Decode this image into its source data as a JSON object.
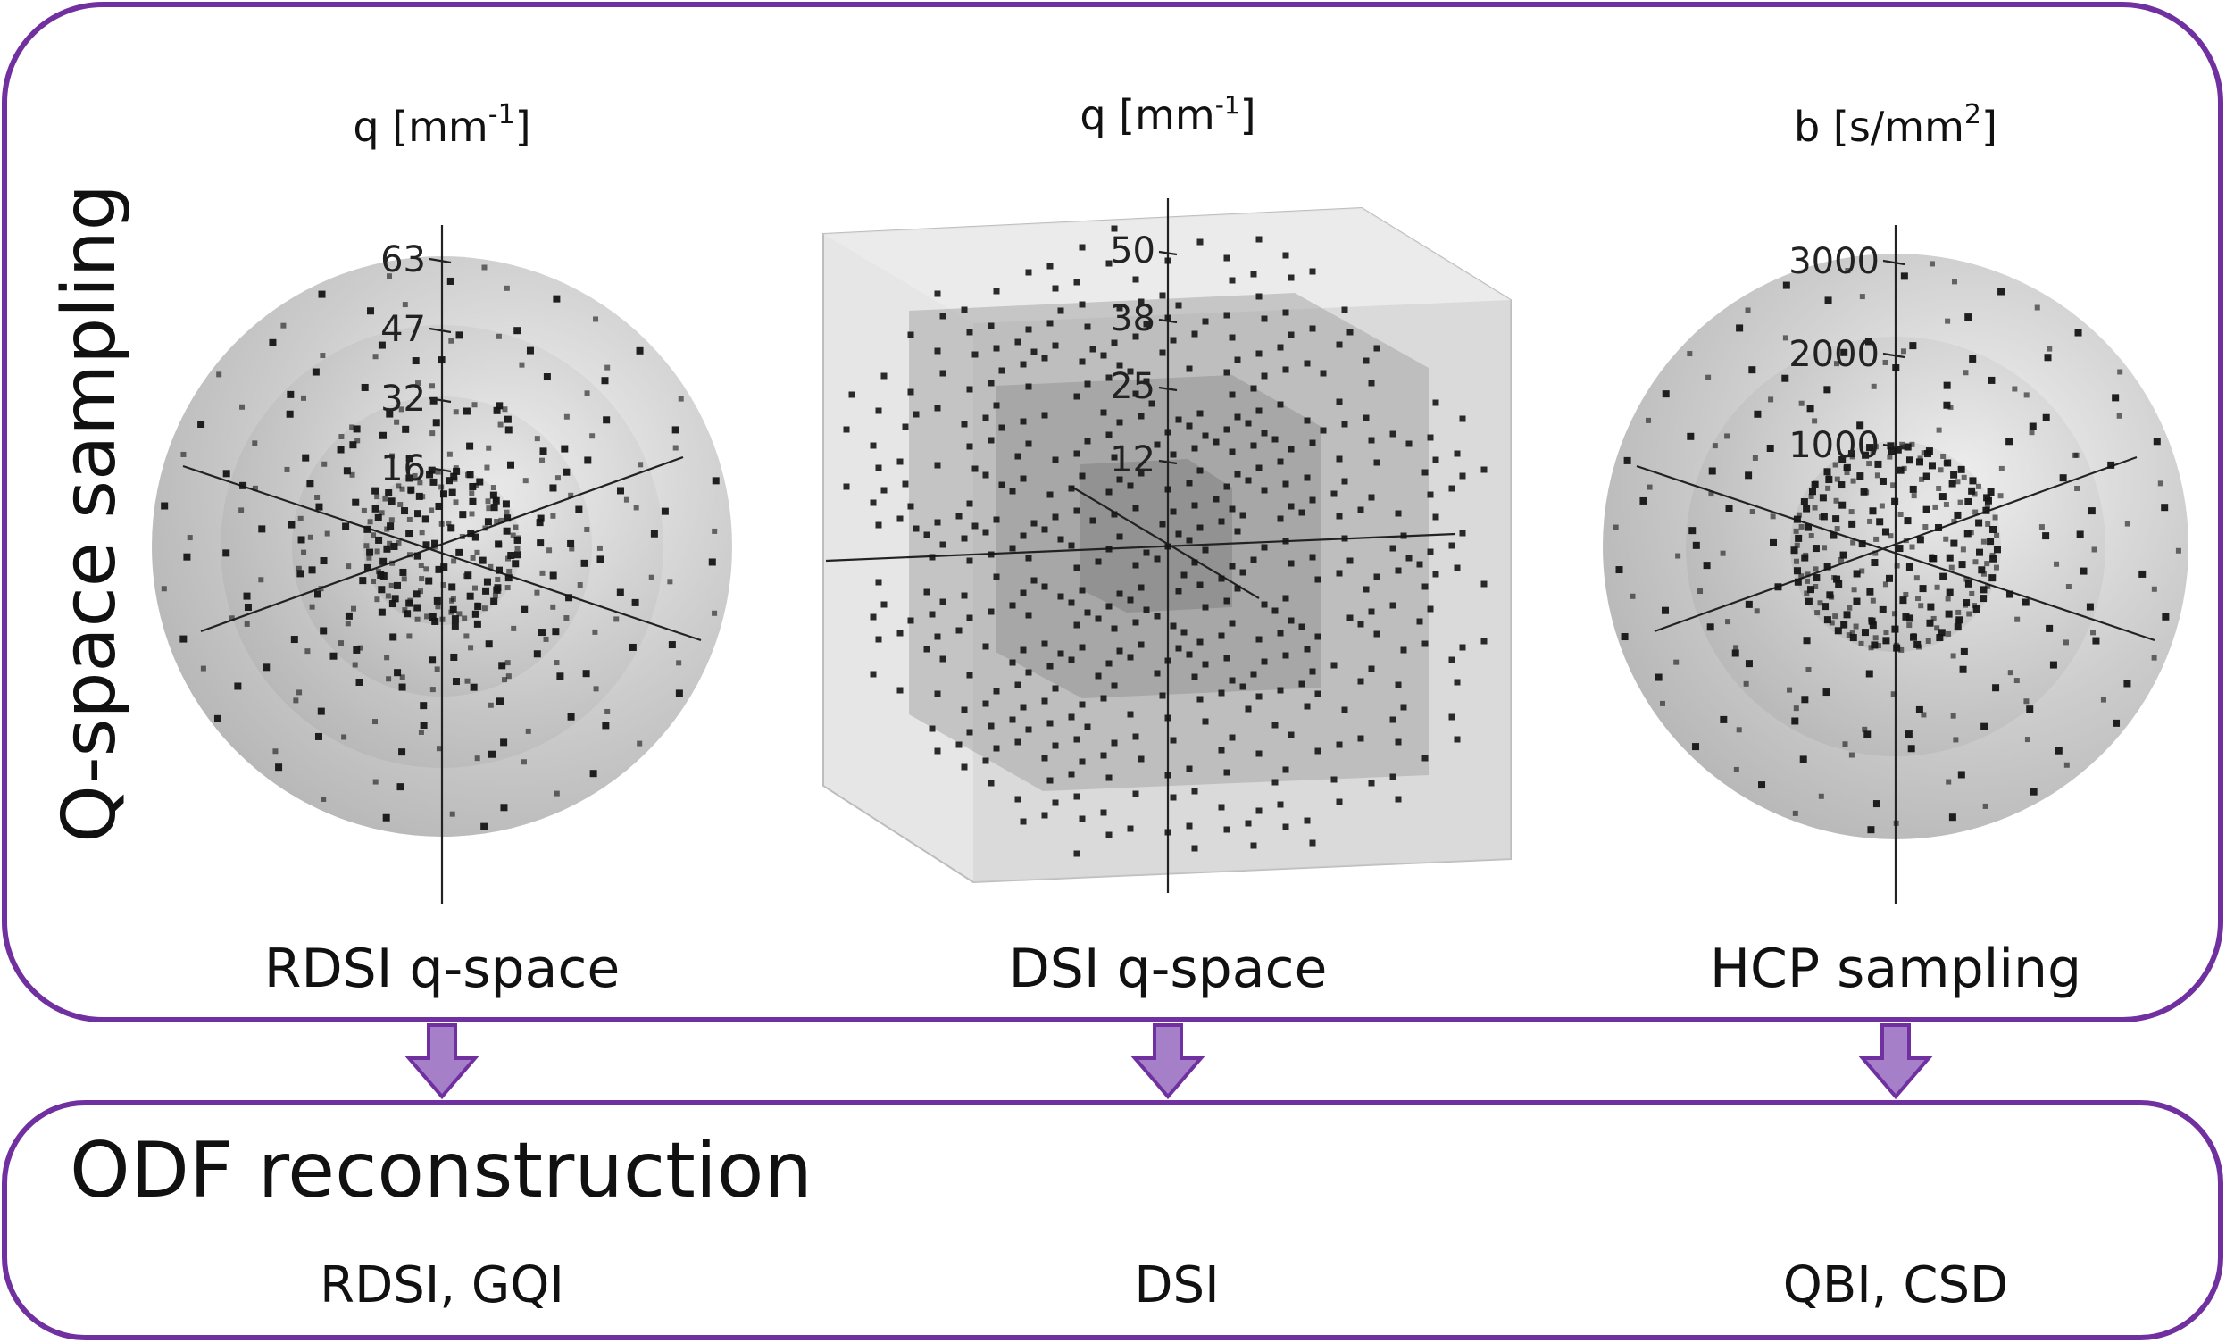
{
  "colors": {
    "frame": "#7030a0",
    "arrow_fill": "#a57fc8",
    "sphere_fill": "#b9b9b9",
    "dot": "#151515"
  },
  "top_section": {
    "title": "Q-space sampling",
    "panels": [
      {
        "axis_label_base": "q [mm",
        "axis_label_sup": "-1",
        "axis_label_close": "]",
        "ticks": [
          "63",
          "47",
          "32",
          "16"
        ],
        "caption": "RDSI q-space",
        "shape": "nested-spheres"
      },
      {
        "axis_label_base": "q [mm",
        "axis_label_sup": "-1",
        "axis_label_close": "]",
        "ticks": [
          "50",
          "38",
          "25",
          "12"
        ],
        "caption": "DSI q-space",
        "shape": "nested-cubes"
      },
      {
        "axis_label_base": "b [s/mm",
        "axis_label_sup": "2",
        "axis_label_close": "]",
        "ticks": [
          "3000",
          "2000",
          "1000"
        ],
        "caption": "HCP sampling",
        "shape": "nested-spheres"
      }
    ]
  },
  "bottom_section": {
    "title": "ODF reconstruction",
    "methods": [
      "RDSI, GQI",
      "DSI",
      "QBI, CSD"
    ]
  }
}
